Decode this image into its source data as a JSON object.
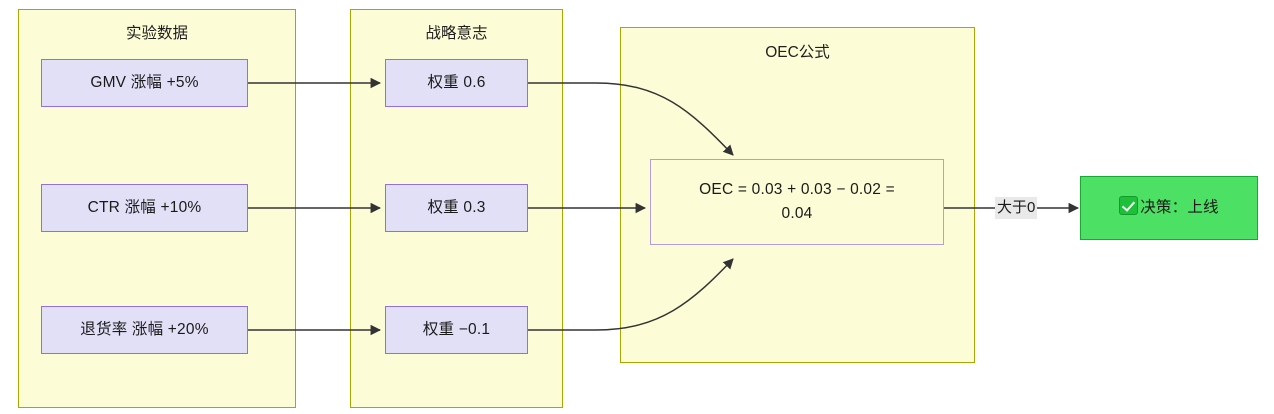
{
  "diagram": {
    "type": "flowchart",
    "direction": "left-to-right",
    "background": "#ffffff",
    "colors": {
      "panel_fill": "#fcfcd6",
      "panel_border": "#a8a800",
      "node_fill": "#e2e0f7",
      "node_border": "#9370db",
      "decision_fill": "#4ce064",
      "decision_border": "#1aa832",
      "edge": "#333333",
      "edge_label_bg": "#e9e9e9"
    }
  },
  "groups": [
    {
      "id": "experiment",
      "title": "实验数据"
    },
    {
      "id": "strategy",
      "title": "战略意志"
    },
    {
      "id": "oec",
      "title": "OEC公式"
    }
  ],
  "nodes": {
    "metrics": [
      {
        "id": "gmv",
        "label": "GMV 涨幅 +5%",
        "group": "experiment"
      },
      {
        "id": "ctr",
        "label": "CTR 涨幅 +10%",
        "group": "experiment"
      },
      {
        "id": "return_rate",
        "label": "退货率 涨幅 +20%",
        "group": "experiment"
      }
    ],
    "weights": [
      {
        "id": "w_gmv",
        "label": "权重 0.6",
        "group": "strategy",
        "value": 0.6
      },
      {
        "id": "w_ctr",
        "label": "权重 0.3",
        "group": "strategy",
        "value": 0.3
      },
      {
        "id": "w_return",
        "label": "权重 −0.1",
        "group": "strategy",
        "value": -0.1
      }
    ],
    "formula": {
      "id": "oec_formula",
      "line1": "OEC = 0.03 + 0.03 − 0.02 =",
      "line2": "0.04",
      "group": "oec"
    },
    "decision": {
      "id": "decision",
      "icon": "white-check-mark-icon",
      "label": "决策：上线"
    }
  },
  "edges": [
    {
      "from": "gmv",
      "to": "w_gmv",
      "label": ""
    },
    {
      "from": "ctr",
      "to": "w_ctr",
      "label": ""
    },
    {
      "from": "return_rate",
      "to": "w_return",
      "label": ""
    },
    {
      "from": "w_gmv",
      "to": "oec_formula",
      "label": ""
    },
    {
      "from": "w_ctr",
      "to": "oec_formula",
      "label": ""
    },
    {
      "from": "w_return",
      "to": "oec_formula",
      "label": ""
    },
    {
      "from": "oec_formula",
      "to": "decision",
      "label": "大于0"
    }
  ],
  "edge_labels": {
    "oec_to_decision": "大于0"
  }
}
